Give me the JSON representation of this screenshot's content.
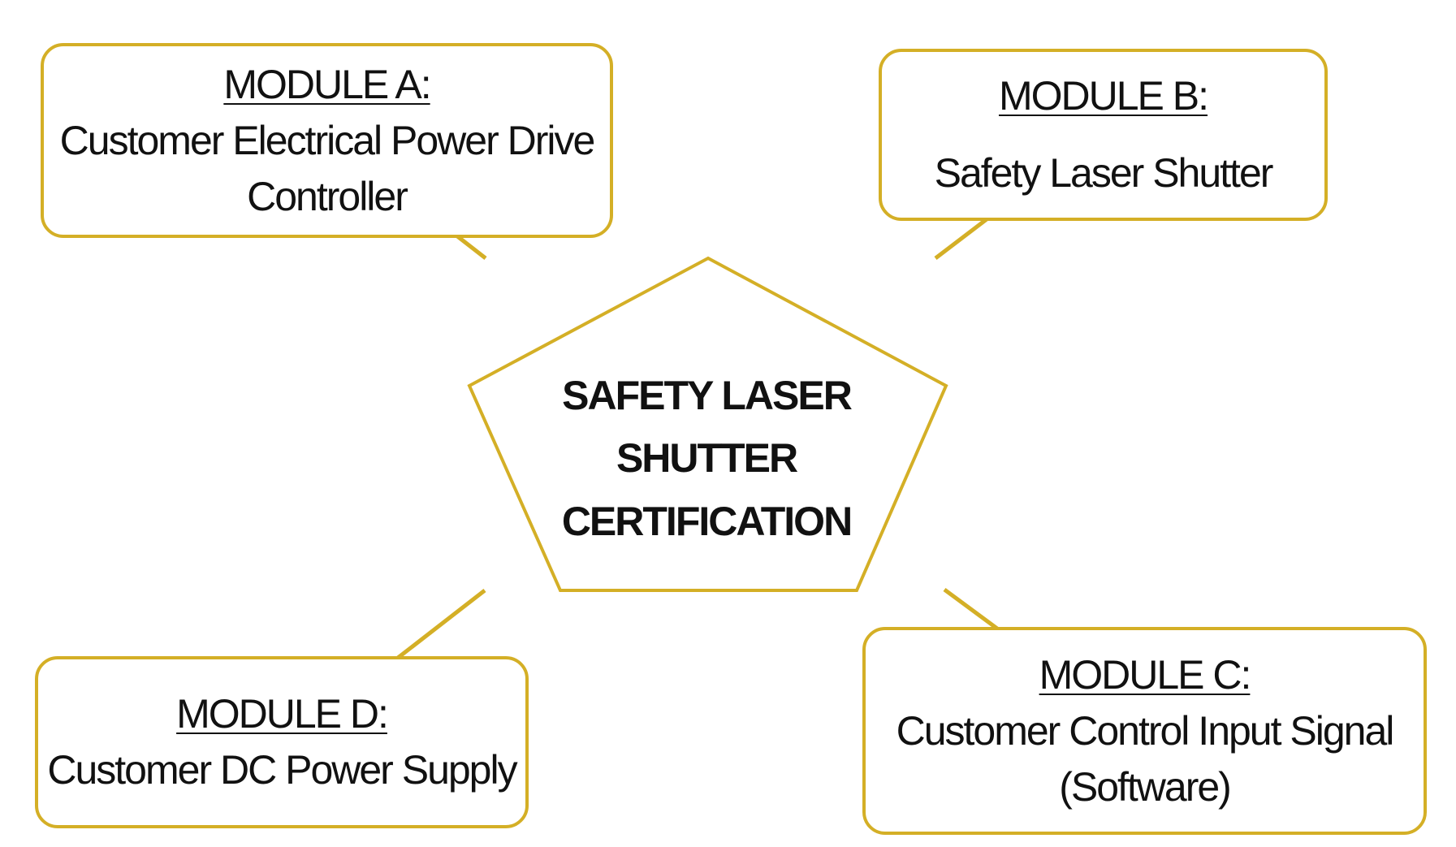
{
  "colors": {
    "accent": "#d4af26",
    "text": "#111111",
    "background": "#ffffff"
  },
  "center": {
    "line1": "SAFETY LASER",
    "line2": "SHUTTER",
    "line3": "CERTIFICATION"
  },
  "modules": {
    "a": {
      "title": "MODULE A:",
      "line1": "Customer Electrical Power Drive",
      "line2": "Controller"
    },
    "b": {
      "title": "MODULE B:",
      "line1": "Safety Laser Shutter"
    },
    "c": {
      "title": "MODULE C:",
      "line1": "Customer Control Input Signal",
      "line2": "(Software)"
    },
    "d": {
      "title": "MODULE D:",
      "line1": "Customer DC Power Supply"
    }
  }
}
